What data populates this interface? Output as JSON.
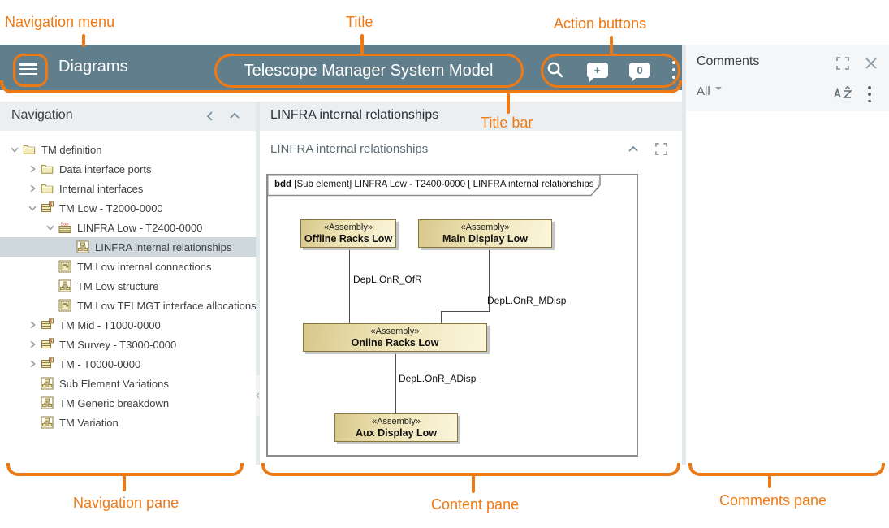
{
  "annotations": {
    "accent_color": "#EE7A15",
    "navigation_menu": "Navigation menu",
    "title": "Title",
    "action_buttons": "Action buttons",
    "title_bar": "Title bar",
    "navigation_pane": "Navigation pane",
    "content_pane": "Content pane",
    "comments_pane": "Comments pane"
  },
  "header": {
    "bg_color": "#617E8C",
    "app_section": "Diagrams",
    "title": "Telescope Manager System Model",
    "add_comment_glyph": "+",
    "comment_count": "0"
  },
  "navigation": {
    "header": "Navigation",
    "sub_badge": "Sub",
    "selected_bg": "#CFD8DC",
    "tree": [
      {
        "label": "TM definition",
        "level": 0,
        "expander": "down",
        "icon": "folder",
        "selected": false
      },
      {
        "label": "Data interface ports",
        "level": 1,
        "expander": "right",
        "icon": "folder",
        "selected": false
      },
      {
        "label": "Internal interfaces",
        "level": 1,
        "expander": "right",
        "icon": "folder",
        "selected": false
      },
      {
        "label": "TM Low - T2000-0000",
        "level": 1,
        "expander": "down",
        "icon": "block",
        "selected": false
      },
      {
        "label": "LINFRA Low - T2400-0000",
        "level": 2,
        "expander": "down",
        "icon": "block-sub",
        "selected": false
      },
      {
        "label": "LINFRA internal relationships",
        "level": 3,
        "expander": "none",
        "icon": "bdd",
        "selected": true
      },
      {
        "label": "TM Low internal connections",
        "level": 2,
        "expander": "none",
        "icon": "ibd",
        "selected": false
      },
      {
        "label": "TM Low structure",
        "level": 2,
        "expander": "none",
        "icon": "bdd",
        "selected": false
      },
      {
        "label": "TM Low TELMGT interface allocations",
        "level": 2,
        "expander": "none",
        "icon": "ibd",
        "selected": false
      },
      {
        "label": "TM Mid - T1000-0000",
        "level": 1,
        "expander": "right",
        "icon": "block",
        "selected": false
      },
      {
        "label": "TM Survey - T3000-0000",
        "level": 1,
        "expander": "right",
        "icon": "block",
        "selected": false
      },
      {
        "label": "TM - T0000-0000",
        "level": 1,
        "expander": "right",
        "icon": "block",
        "selected": false
      },
      {
        "label": "Sub Element Variations",
        "level": 1,
        "expander": "none",
        "icon": "bdd",
        "selected": false
      },
      {
        "label": "TM Generic breakdown",
        "level": 1,
        "expander": "none",
        "icon": "bdd",
        "selected": false
      },
      {
        "label": "TM Variation",
        "level": 1,
        "expander": "none",
        "icon": "bdd",
        "selected": false
      }
    ]
  },
  "content": {
    "page_title": "LINFRA internal relationships",
    "section_title": "LINFRA internal relationships",
    "diagram": {
      "frame_header_keyword": "bdd",
      "frame_header_rest": " [Sub element] LINFRA Low  - T2400-0000 [ LINFRA internal relationships ]",
      "boxes": [
        {
          "stereotype": "«Assembly»",
          "name": "Offline Racks Low"
        },
        {
          "stereotype": "«Assembly»",
          "name": "Main Display Low"
        },
        {
          "stereotype": "«Assembly»",
          "name": "Online Racks Low"
        },
        {
          "stereotype": "«Assembly»",
          "name": "Aux Display Low"
        }
      ],
      "edges": [
        {
          "label": "DepL.OnR_OfR"
        },
        {
          "label": "DepL.OnR_MDisp"
        },
        {
          "label": "DepL.OnR_ADisp"
        }
      ]
    }
  },
  "comments": {
    "header": "Comments",
    "filter_selected": "All"
  }
}
